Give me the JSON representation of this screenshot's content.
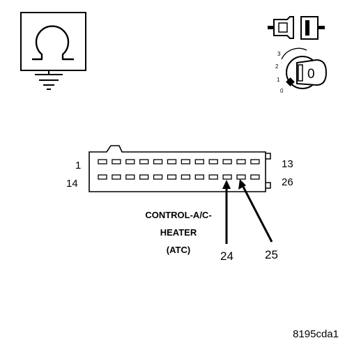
{
  "ohmmeter": {
    "icon": "ohm-symbol-icon",
    "symbol": "Ω"
  },
  "ignition": {
    "plug_icon": "unplugged-connector-icon",
    "switch_icon": "ignition-key-icon",
    "positions": [
      "3",
      "2",
      "1",
      "0"
    ],
    "selected_position": "0"
  },
  "connector": {
    "name_lines": [
      "CONTROL-A/C-",
      "HEATER",
      "(ATC)"
    ],
    "top_row_pins": 12,
    "bottom_row_pins": 12,
    "pin_labels": {
      "top_left": "1",
      "bottom_left": "14",
      "top_right": "13",
      "bottom_right": "26"
    },
    "probed_pins": [
      "24",
      "25"
    ]
  },
  "figure_id": "8195cda1"
}
